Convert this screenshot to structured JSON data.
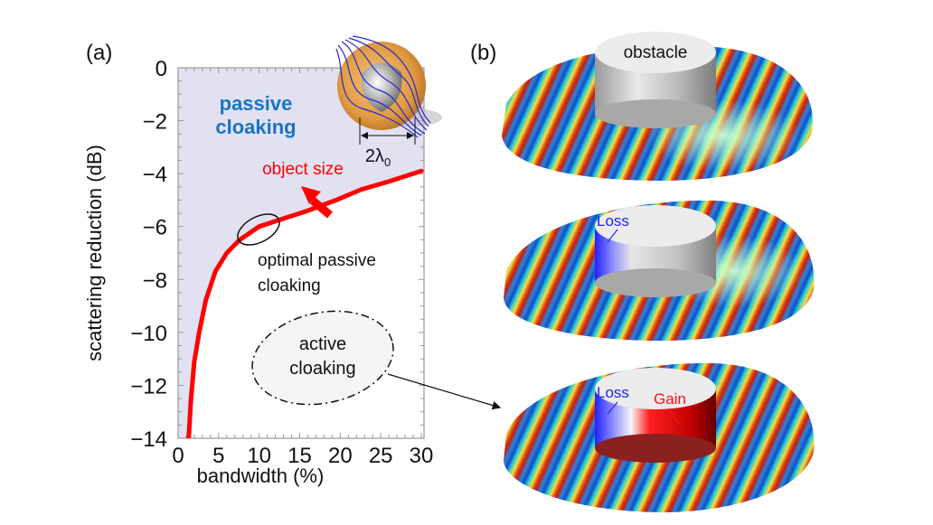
{
  "panel_a": {
    "label": "(a)",
    "region_labels": {
      "passive_line1": "passive",
      "passive_line2": "cloaking",
      "object_size": "object size",
      "optimal_line1": "optimal passive",
      "optimal_line2": "cloaking",
      "active_line1": "active",
      "active_line2": "cloaking",
      "inset_scale": "2λ",
      "inset_scale_sub": "0"
    },
    "colors": {
      "passive_region": "#e1e1f2",
      "curve": "#ff0000",
      "passive_text": "#1a74c4",
      "object_size_text": "#ff0000"
    }
  },
  "panel_b": {
    "label": "(b)",
    "scenes": [
      {
        "cylinder_label": "obstacle",
        "loss_label": null,
        "gain_label": null
      },
      {
        "cylinder_label": null,
        "loss_label": "Loss",
        "gain_label": null
      },
      {
        "cylinder_label": null,
        "loss_label": "Loss",
        "gain_label": "Gain"
      }
    ]
  },
  "chart_data": {
    "type": "line",
    "title": "",
    "xlabel": "bandwidth (%)",
    "ylabel": "scattering reduction (dB)",
    "xlim": [
      0,
      30
    ],
    "ylim": [
      -14,
      0
    ],
    "xticks": [
      0,
      5,
      10,
      15,
      20,
      25,
      30
    ],
    "xtick_labels": [
      "0",
      "5",
      "10",
      "15",
      "20",
      "25",
      "30"
    ],
    "yticks": [
      0,
      -2,
      -4,
      -6,
      -8,
      -10,
      -12,
      -14
    ],
    "ytick_labels": [
      "0",
      "−2",
      "−4",
      "−6",
      "−8",
      "−10",
      "−12",
      "−14"
    ],
    "grid": false,
    "series": [
      {
        "name": "optimal passive cloaking bound",
        "x": [
          1.3,
          1.6,
          2.0,
          2.6,
          3.4,
          4.6,
          6.0,
          7.6,
          10.0,
          13.0,
          16.0,
          19.5,
          22.6,
          26.0,
          30.0
        ],
        "y": [
          -14.0,
          -12.5,
          -11.1,
          -10.0,
          -8.8,
          -7.7,
          -7.0,
          -6.5,
          -6.0,
          -5.7,
          -5.4,
          -5.0,
          -4.6,
          -4.3,
          -3.9
        ]
      }
    ],
    "shaded_region": "above curve: passive cloaking",
    "annotations": [
      "passive cloaking",
      "object size",
      "optimal passive cloaking",
      "active cloaking"
    ]
  }
}
